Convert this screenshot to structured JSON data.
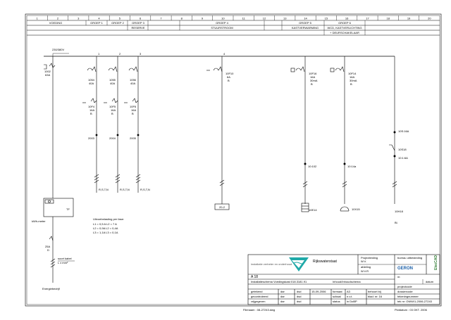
{
  "columns": [
    "1",
    "2",
    "3",
    "4",
    "5",
    "6",
    "7",
    "8",
    "9",
    "10",
    "11",
    "12",
    "13",
    "14",
    "15",
    "16",
    "17",
    "18",
    "19",
    "20"
  ],
  "groups": {
    "voeding": "VOEDING",
    "groep1": "GROEP 1",
    "groep2": "GROEP 2",
    "groep3": "GROEP 3",
    "reserve": "RESERVE",
    "groep4": "GROEP 4",
    "stuurstroom": "STUURSTROOM",
    "groep5": "GROEP 5",
    "kastverwarming": "KASTVERWARMING",
    "groep6": "GROEP 6",
    "wcd_kastverlichting": "WCD, KASTVERLICHTING",
    "deurschakelaar": "+ DEURSCHAKELAAR"
  },
  "bus": {
    "voltage": "230/380V",
    "phase_numbers": [
      "1",
      "2",
      "3"
    ],
    "phase4": "4"
  },
  "components": {
    "main_breaker": {
      "id": "1002",
      "rating": "63A"
    },
    "breakers": [
      {
        "id": "1054",
        "rating": "40A"
      },
      {
        "id": "1055",
        "rating": "40A"
      },
      {
        "id": "1056",
        "rating": "40A"
      }
    ],
    "rcds": [
      {
        "id": "10F4",
        "a": "16A",
        "b": "B"
      },
      {
        "id": "10F5",
        "a": "16A",
        "b": "B"
      },
      {
        "id": "10F6",
        "a": "16A",
        "b": "B"
      }
    ],
    "outputs": [
      "2003",
      "2004",
      "2005"
    ],
    "rst": [
      "R,S,T,N",
      "R,S,T,N",
      "R,S,T,N"
    ],
    "stuur_breaker": {
      "id": "10F10",
      "a": "6A",
      "b": "B"
    },
    "kast_breaker": {
      "id": "10F16",
      "a": "16A",
      "b": "30mA",
      "c": "B"
    },
    "wcd_breaker": {
      "id": "10F14",
      "a": "16A",
      "b": "30mA",
      "c": "B"
    },
    "ref_box": "20-2",
    "heater": {
      "wire": "10:102",
      "label": "10E14"
    },
    "socket": {
      "wire": "10:14a",
      "label": "10X15"
    },
    "door_switch": {
      "top": "10S:16A",
      "switch": "10S18",
      "wire": "10:1:6A",
      "lamp": "10H18",
      "wire2": "Bl."
    },
    "meter_box": {
      "label": "TF"
    },
    "kwh_meter": "kWh-meter",
    "fuse": {
      "rating": "25A",
      "sub": "D"
    },
    "cable_lines": [
      "soort kabel",
      "L x    mm²"
    ],
    "energy_company": "Energiebedrijf",
    "loads": {
      "title": "Uitvoebelasting per fase:",
      "lines": [
        "L1 = 0,5 A     L2 = 7 A",
        "L2 = 0,9A     L2 = 0,4A",
        "L3 = 1,1A     L3 = 0,1A"
      ]
    }
  },
  "titleblock": {
    "company_tag": "installatie verbeter en onderhoud",
    "logo_text": "Rijkswaterstaat",
    "sheet": "A 18",
    "description": "Installatieschema  Voedingskast  018.3181.91",
    "description2": "Inhoud/Inhoudschema",
    "rows": [
      {
        "label": "getekend",
        "c2": "dar",
        "c3": "dsd",
        "c4": "15-09-2006",
        "c5": "formaat",
        "c6": "A3"
      },
      {
        "label": "gecontroleerd",
        "c2": "dar",
        "c3": "dsd",
        "c4": "",
        "c5": "schaal",
        "c6": "n.v.t."
      },
      {
        "label": "vrijgegeven",
        "c2": "dar",
        "c3": "dsd",
        "c4": "",
        "c5": "status",
        "c6": "in DoBP"
      }
    ],
    "behoort_bij": "behoort bij",
    "blad": "blad: nr: 16",
    "right_labels": {
      "projectleiding": "Projectleiding",
      "wv": "W.V.",
      "afdeling": "afdeling",
      "wvr": "W.V.R",
      "bureau": "bureau uitbesteding",
      "geron": "GERON",
      "projectcode": "projectcode",
      "code_mid": "dossiercode",
      "tekeningnr": "tekeningnummer",
      "nr_value": "tek nr: OWW/1-2006-27243"
    },
    "electad": "ElecCAD",
    "nr_label": "nr.",
    "datum_label": "datum"
  },
  "footer": {
    "file": "Filenaam : 08-27243.dwg",
    "plot": "Plotdatum : 03 OKT. 2006"
  },
  "colors": {
    "logo": "#1fa9a8",
    "geron": "#1b5fa8",
    "elec": "#2e7d32"
  }
}
